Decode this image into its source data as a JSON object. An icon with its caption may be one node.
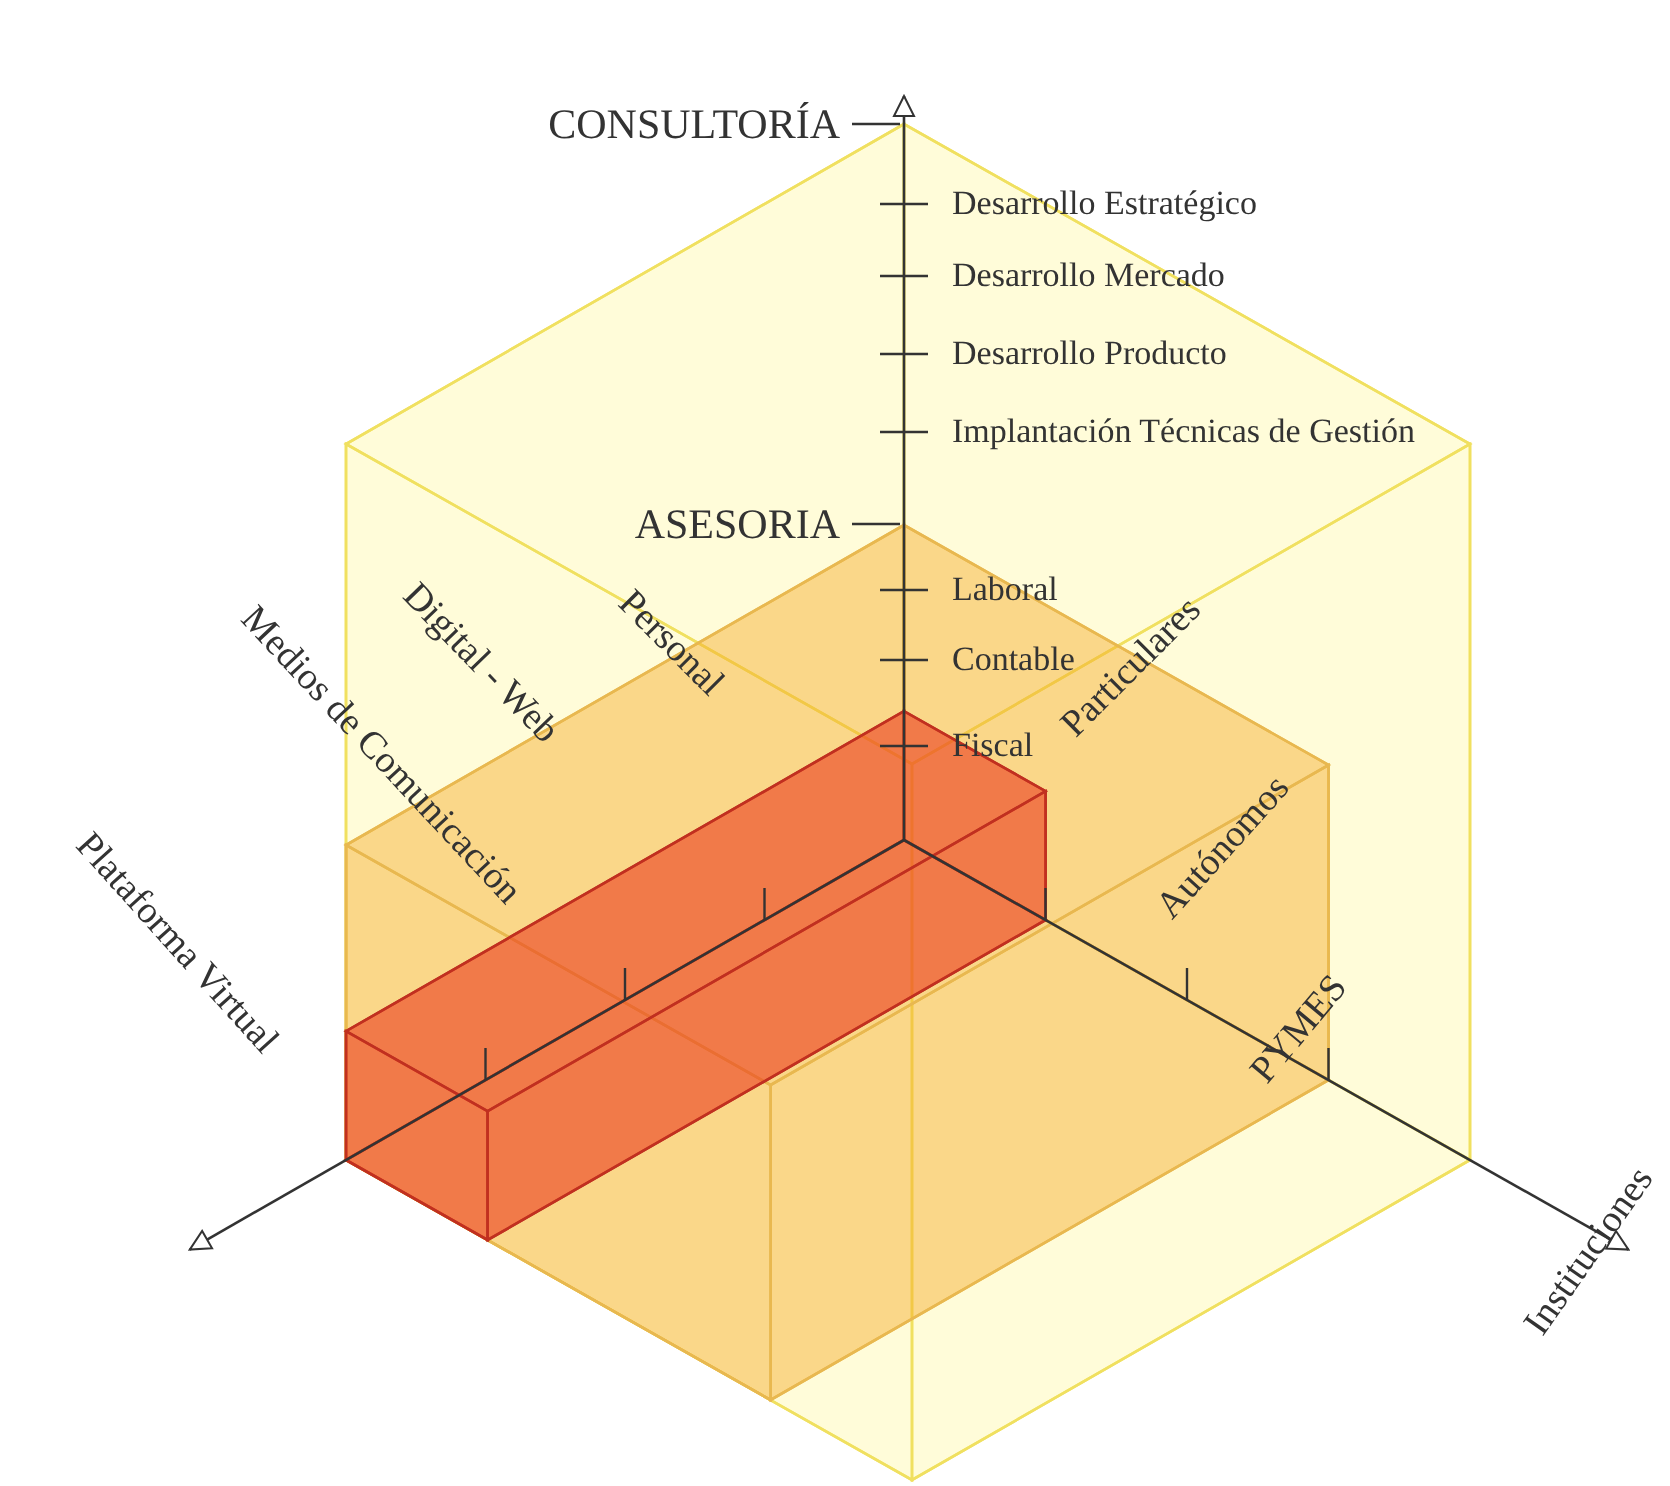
{
  "diagram": {
    "labels": [
      "CONSULTORÍA",
      "Desarrollo Estratégico",
      "Desarrollo Mercado",
      "Desarrollo Producto",
      "Implantación Técnicas de Gestión",
      "ASESORIA",
      "Laboral",
      "Contable",
      "Fiscal",
      "Medios de Comunicación",
      "Digital - Web",
      "Personal",
      "Plataforma Virtual",
      "Particulares",
      "Autónomos",
      "PYMES",
      "Instituciones"
    ]
  }
}
